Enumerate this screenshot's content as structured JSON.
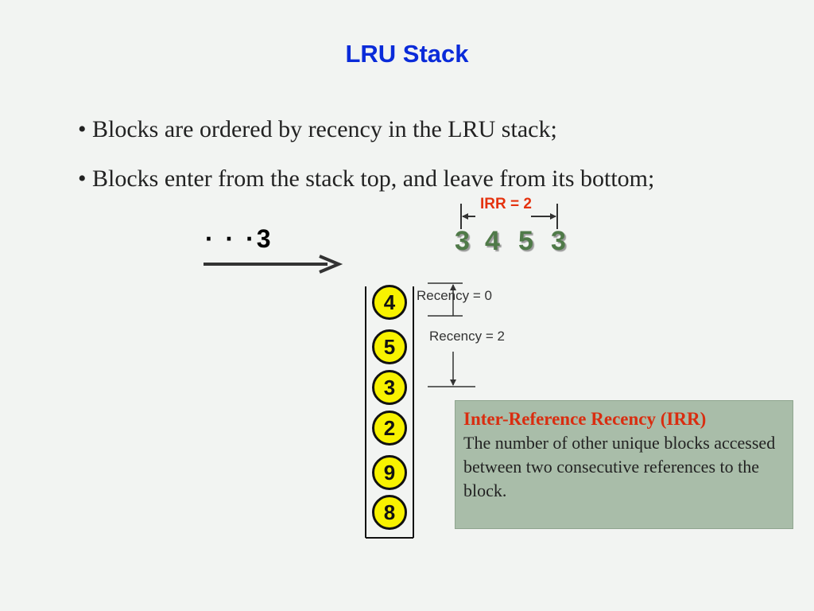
{
  "title": "LRU Stack",
  "bullets": [
    "• Blocks are ordered by recency in the LRU stack;",
    "• Blocks enter from the stack top, and leave from its bottom;"
  ],
  "incoming": {
    "dots": "· · ·",
    "value": "3"
  },
  "sequence": [
    "3",
    "4",
    "5",
    "3"
  ],
  "irr_label": "IRR = 2",
  "recency_labels": {
    "top": "Recency = 0",
    "bottom": "Recency = 2"
  },
  "stack": [
    "4",
    "5",
    "3",
    "2",
    "9",
    "8"
  ],
  "definition": {
    "term": "Inter-Reference Recency (IRR)",
    "text": "The number of other unique blocks accessed between two consecutive references to the block."
  },
  "colors": {
    "title": "#0a2bd9",
    "irr": "#e5320e",
    "sequence": "#4f7a48",
    "block_fill": "#f8f200",
    "definition_box": "#a9bda9"
  }
}
